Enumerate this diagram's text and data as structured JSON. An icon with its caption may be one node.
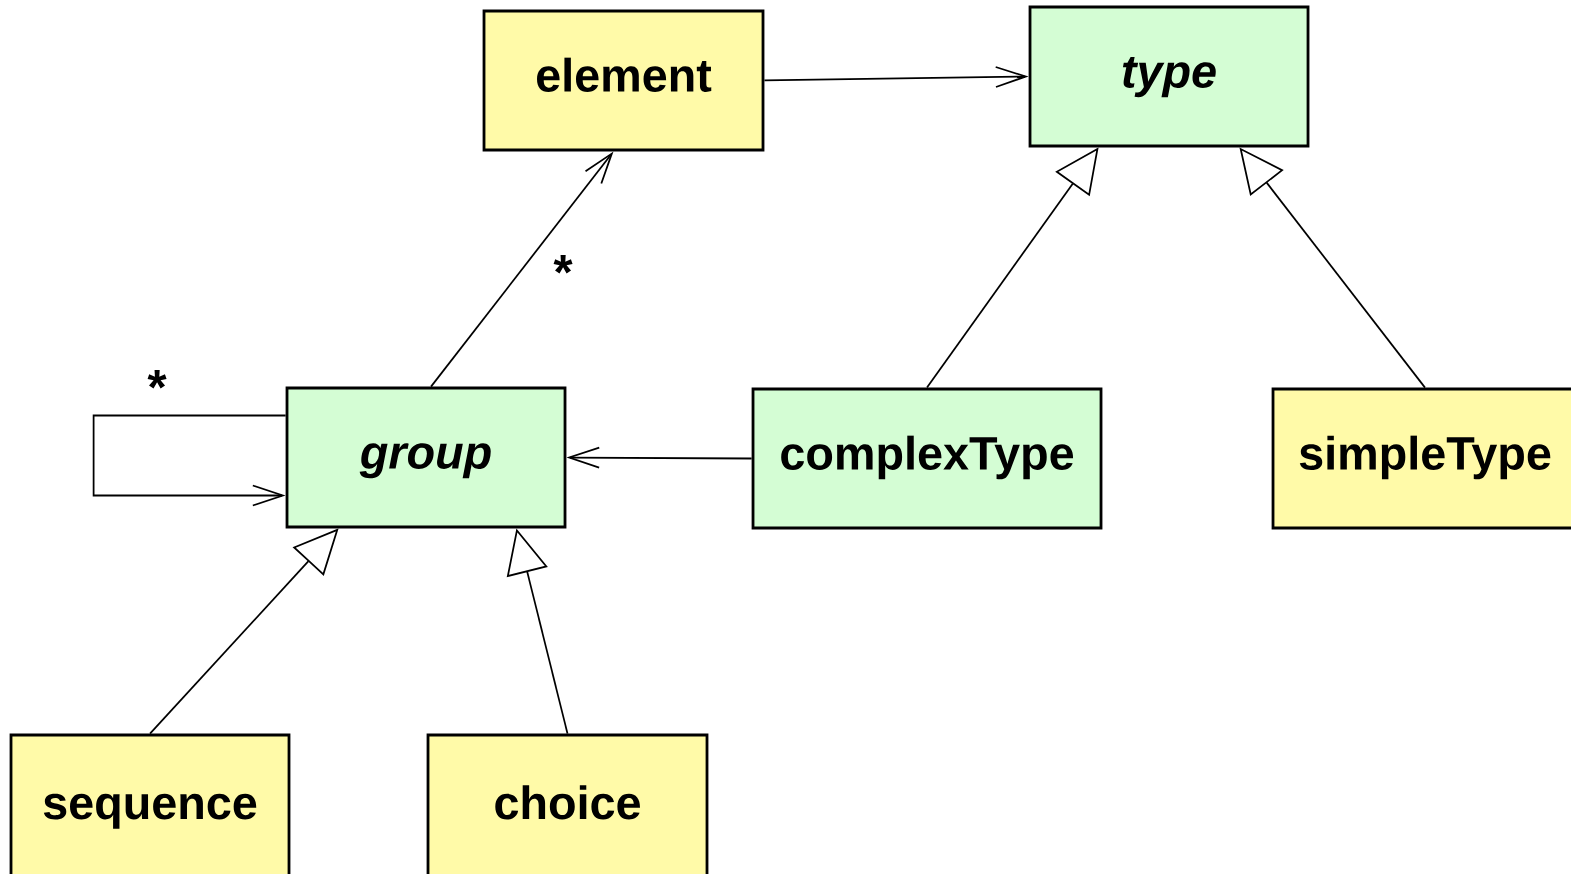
{
  "diagram": {
    "nodes": [
      {
        "text": [
          "element"
        ]
      },
      {
        "text": [
          "type"
        ]
      },
      {
        "text": [
          "group"
        ]
      },
      {
        "text": [
          "complexType"
        ]
      },
      {
        "text": [
          "simpleType"
        ]
      },
      {
        "text": [
          "sequence"
        ]
      },
      {
        "text": [
          "choice"
        ]
      }
    ],
    "edges": [
      {
        "from": 0,
        "to": 1,
        "arrow": "to"
      },
      {
        "from": 2,
        "to": 0,
        "arrow": "to",
        "label": "*"
      },
      {
        "from": 3,
        "to": 1,
        "arrow": "to"
      },
      {
        "from": 4,
        "to": 1,
        "arrow": "to"
      },
      {
        "from": 2,
        "to": 2,
        "arrow": "to",
        "label": "*"
      },
      {
        "from": 3,
        "to": 2,
        "arrow": "to"
      },
      {
        "from": 5,
        "to": 2,
        "arrow": "to"
      },
      {
        "from": 6,
        "to": 2,
        "arrow": "to"
      }
    ]
  }
}
